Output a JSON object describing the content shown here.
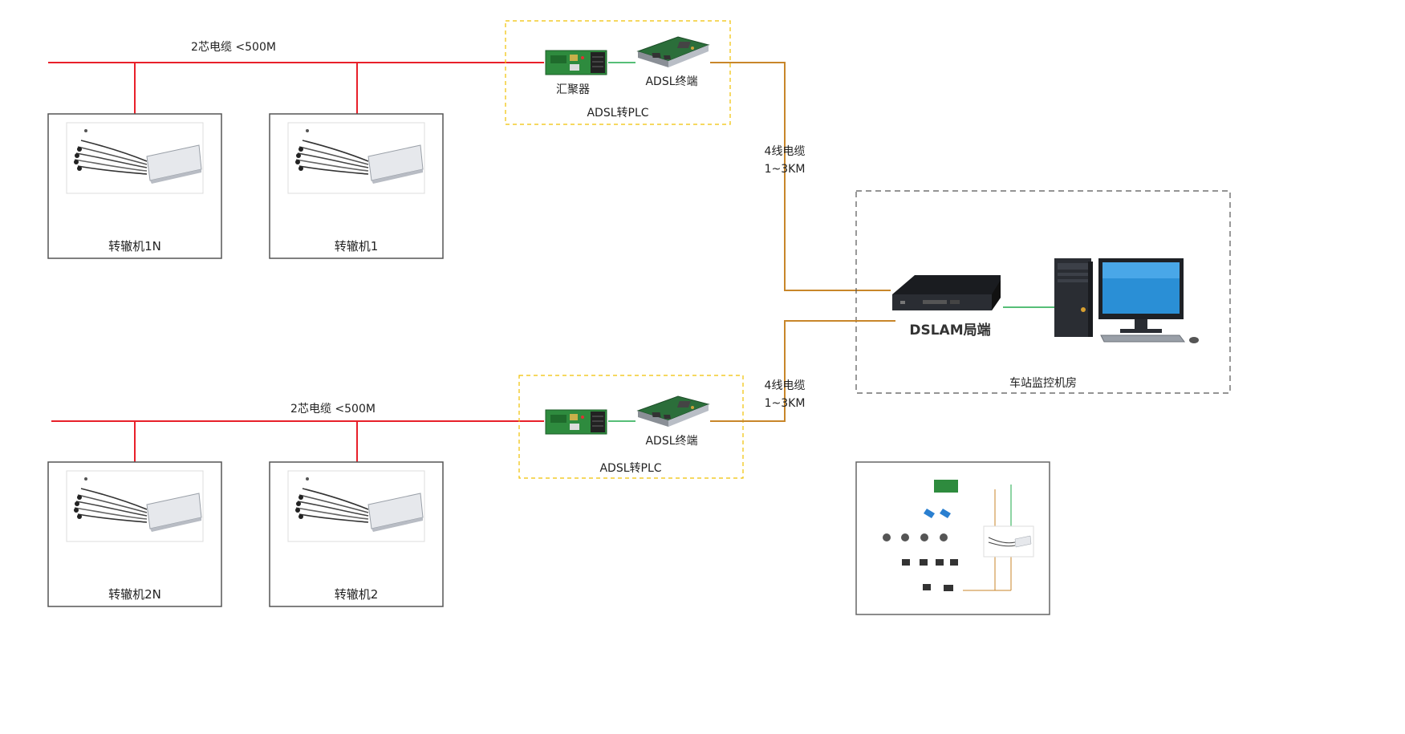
{
  "colors": {
    "power_line": "#e8202a",
    "adsl_line": "#c8862a",
    "link_line": "#1ea84a",
    "plc_box_border": "#f0c000",
    "station_box_border": "#555555",
    "machine_box_border": "#555555"
  },
  "top_group": {
    "cable_label": "2芯电缆 <500M",
    "collector_label": "汇聚器",
    "adsl_terminal_label": "ADSL终端",
    "plc_box_label": "ADSL转PLC",
    "machines": [
      {
        "label": "转辙机1N"
      },
      {
        "label": "转辙机1"
      }
    ],
    "trunk_label_line1": "4线电缆",
    "trunk_label_line2": "1~3KM"
  },
  "bottom_group": {
    "cable_label": "2芯电缆 <500M",
    "adsl_terminal_label": "ADSL终端",
    "plc_box_label": "ADSL转PLC",
    "machines": [
      {
        "label": "转辙机2N"
      },
      {
        "label": "转辙机2"
      }
    ],
    "trunk_label_line1": "4线电缆",
    "trunk_label_line2": "1~3KM"
  },
  "station": {
    "dslam_label": "DSLAM局端",
    "room_label": "车站监控机房"
  },
  "icons": {
    "switch_machine": "switch-machine-device-icon",
    "collector": "collector-board-icon",
    "adsl_terminal": "adsl-modem-card-icon",
    "dslam": "dslam-rack-unit-icon",
    "pc": "desktop-computer-icon",
    "thumbnail": "reference-diagram-thumbnail"
  }
}
